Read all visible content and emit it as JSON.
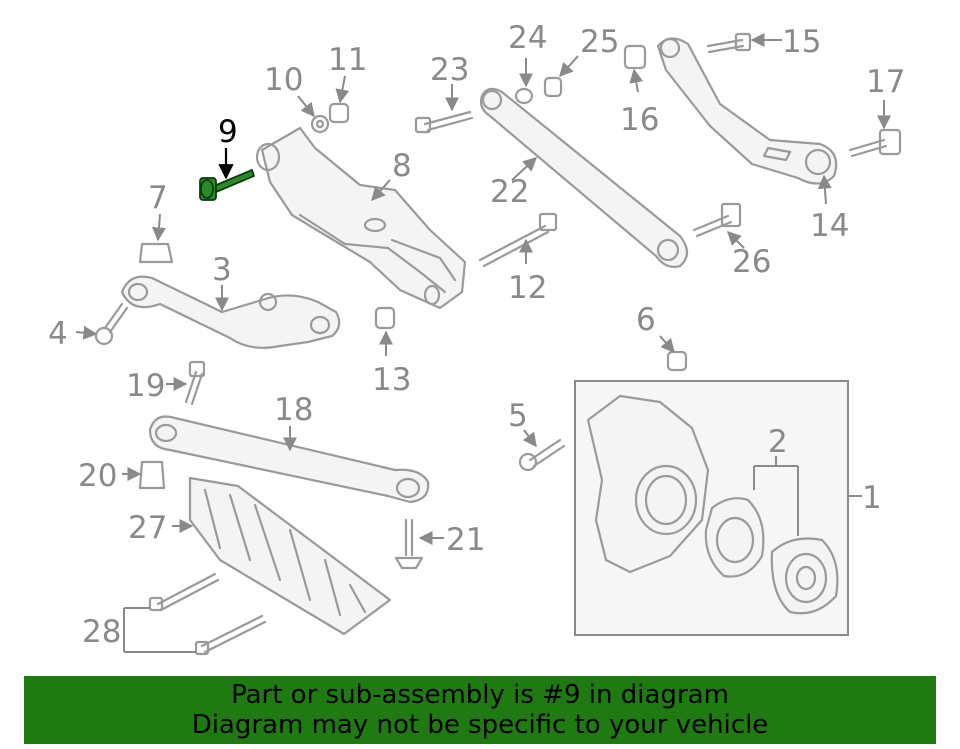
{
  "highlight": {
    "part": "9",
    "color": "#2a8a2a"
  },
  "callouts": [
    "9",
    "10",
    "11",
    "8",
    "7",
    "3",
    "4",
    "19",
    "18",
    "20",
    "27",
    "28",
    "13",
    "23",
    "24",
    "25",
    "16",
    "15",
    "17",
    "14",
    "22",
    "12",
    "26",
    "6",
    "5",
    "2",
    "1",
    "21"
  ],
  "banner": {
    "line1": "Part or sub-assembly is #9 in diagram",
    "line2": "Diagram may not be specific to your vehicle",
    "background": "#1f7a12"
  }
}
